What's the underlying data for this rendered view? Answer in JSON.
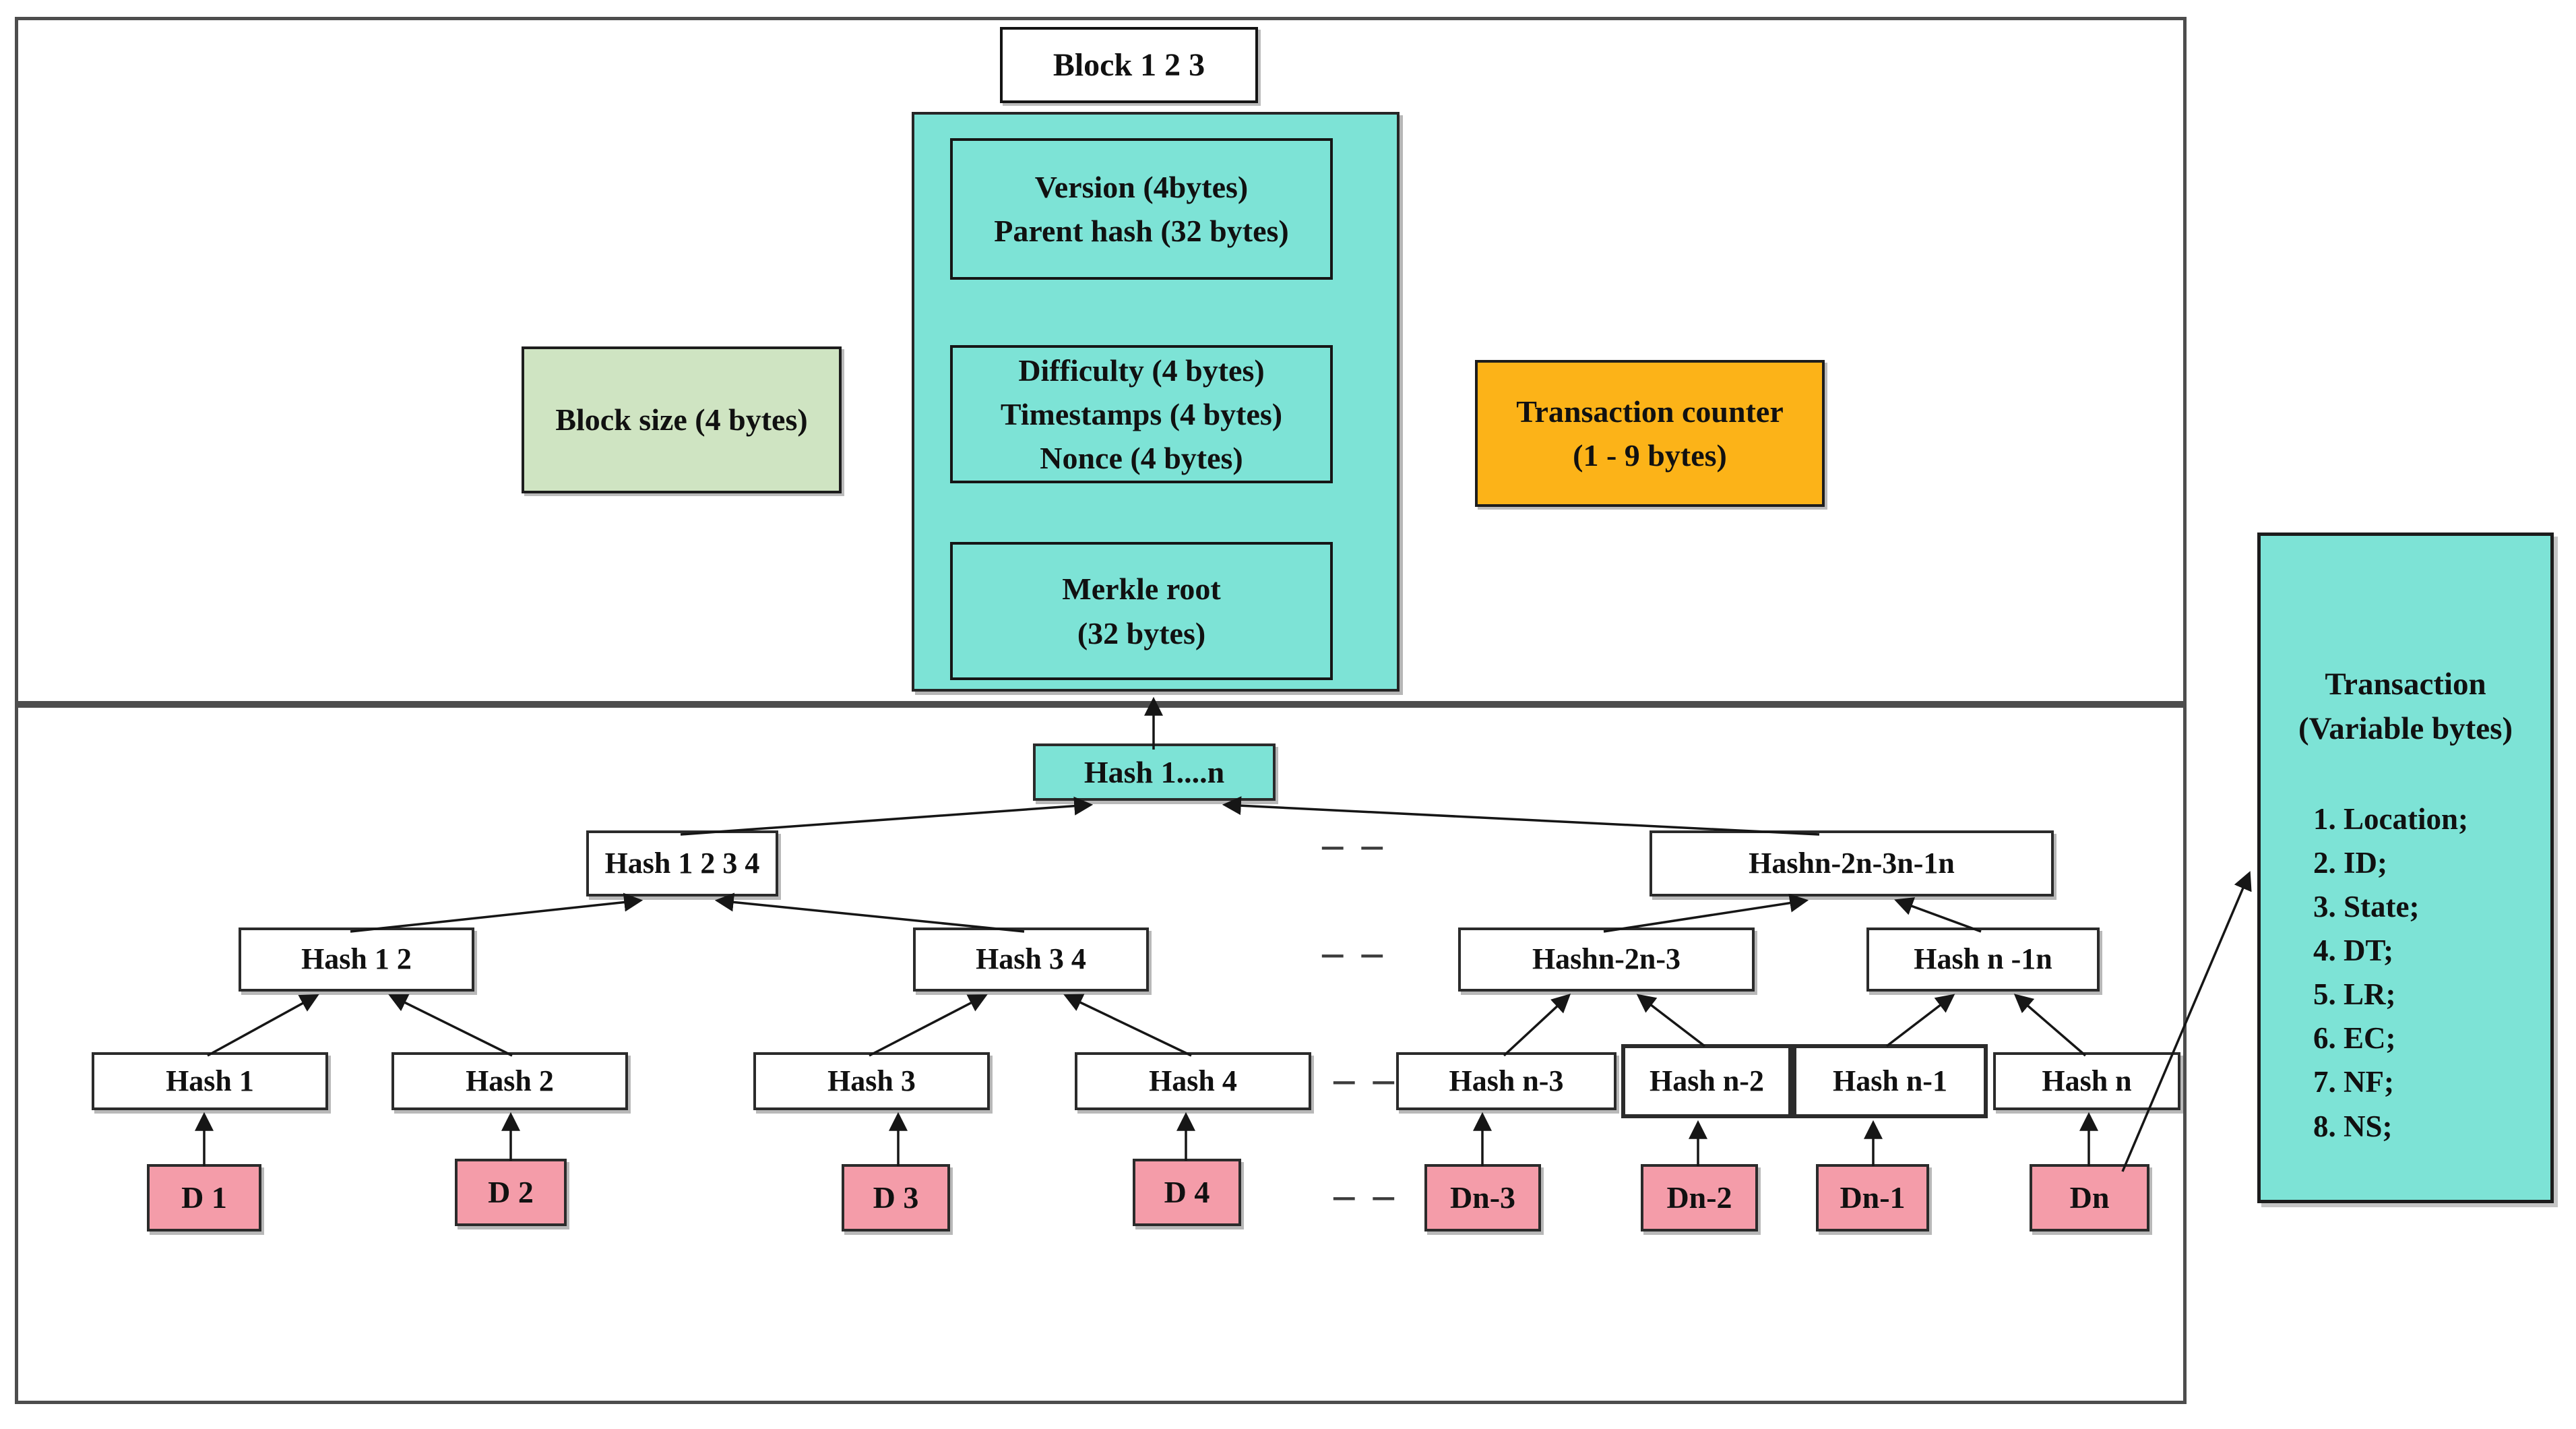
{
  "colors": {
    "teal": "#7de3d6",
    "green": "#cfe4c2",
    "orange": "#fcb318",
    "pink": "#f49ca9"
  },
  "block": {
    "title": "Block 1 2 3",
    "header_fields": [
      {
        "lines": [
          "Version (4bytes)",
          "Parent hash (32 bytes)"
        ]
      },
      {
        "lines": [
          "Difficulty (4 bytes)",
          "Timestamps (4 bytes)",
          "Nonce (4 bytes)"
        ]
      },
      {
        "lines": [
          "Merkle root",
          "(32 bytes)"
        ]
      }
    ],
    "block_size": "Block size (4 bytes)",
    "transaction_counter": {
      "lines": [
        "Transaction counter",
        "(1 - 9 bytes)"
      ]
    }
  },
  "merkle_tree": {
    "root": "Hash 1....n",
    "level2": [
      "Hash 1 2 3 4",
      "Hashn-2n-3n-1n"
    ],
    "level3": [
      "Hash 1 2",
      "Hash 3 4",
      "Hashn-2n-3",
      "Hash n -1n"
    ],
    "leaf_hashes": [
      "Hash 1",
      "Hash 2",
      "Hash 3",
      "Hash 4",
      "Hash n-3",
      "Hash n-2",
      "Hash n-1",
      "Hash n"
    ],
    "data_blocks": [
      "D 1",
      "D 2",
      "D 3",
      "D 4",
      "Dn-3",
      "Dn-2",
      "Dn-1",
      "Dn"
    ],
    "ellipsis": "– –"
  },
  "transaction_panel": {
    "title_lines": [
      "Transaction",
      "(Variable  bytes)"
    ],
    "items": [
      "1. Location;",
      "2. ID;",
      "3. State;",
      "4. DT;",
      "5. LR;",
      "6. EC;",
      "7. NF;",
      "8. NS;"
    ]
  }
}
